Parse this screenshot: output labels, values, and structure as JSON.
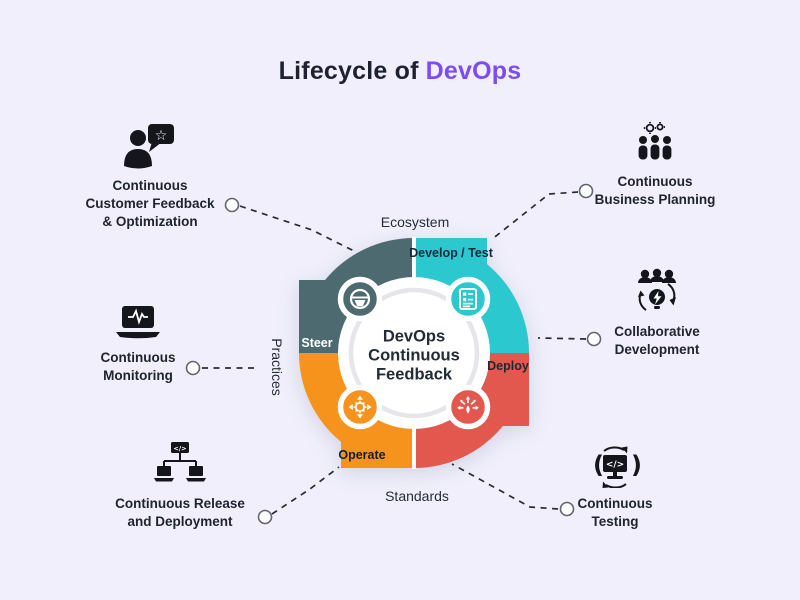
{
  "title": {
    "prefix": "Lifecycle of",
    "highlight": "DevOps"
  },
  "colors": {
    "background": "#F0EFFB",
    "title_accent": "#7C4BFA",
    "steer_segment": "#4E6A71",
    "develop_test_segment": "#2BC8CF",
    "deploy_segment": "#E2584F",
    "operate_segment": "#F6931D",
    "inner_ring": "#E5E5EA",
    "connector": "#2B2B33"
  },
  "wheel": {
    "center_lines": [
      "DevOps",
      "Continuous",
      "Feedback"
    ],
    "segments": [
      {
        "label": "Steer",
        "color": "#4E6A71",
        "icon": "steering-wheel-icon"
      },
      {
        "label": "Develop / Test",
        "color": "#2BC8CF",
        "icon": "document-checklist-icon"
      },
      {
        "label": "Deploy",
        "color": "#E2584F",
        "icon": "deploy-spread-arrows-icon"
      },
      {
        "label": "Operate",
        "color": "#F6931D",
        "icon": "operate-gear-arrows-icon"
      }
    ],
    "axis": {
      "top": "Ecosystem",
      "left": "Practices",
      "bottom": "Standards"
    }
  },
  "satellites": [
    {
      "id": "customer-feedback",
      "icon": "person-feedback-bubble-icon",
      "lines": [
        "Continuous",
        "Customer Feedback",
        "& Optimization"
      ]
    },
    {
      "id": "business-planning",
      "icon": "team-gears-icon",
      "lines": [
        "Continuous",
        "Business Planning"
      ]
    },
    {
      "id": "monitoring",
      "icon": "laptop-pulse-icon",
      "lines": [
        "Continuous",
        "Monitoring"
      ]
    },
    {
      "id": "collaborative-development",
      "icon": "team-lightbulb-icon",
      "lines": [
        "Collaborative",
        "Development"
      ]
    },
    {
      "id": "release-deployment",
      "icon": "network-devices-icon",
      "lines": [
        "Continuous Release",
        "and Deployment"
      ]
    },
    {
      "id": "testing",
      "icon": "code-monitor-refresh-icon",
      "lines": [
        "Continuous",
        "Testing"
      ]
    }
  ],
  "icons": {
    "code_glyph": "</>",
    "star_glyph": "☆",
    "paren_open": "(",
    "paren_close": ")"
  }
}
